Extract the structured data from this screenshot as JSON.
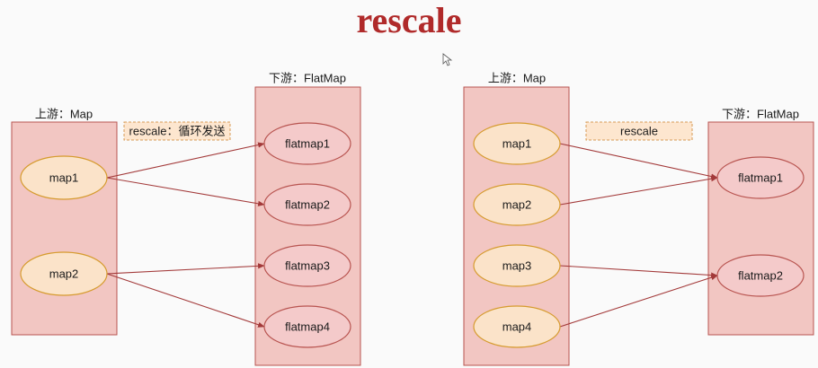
{
  "title": "rescale",
  "colors": {
    "title": "#b02a2a",
    "container_fill": "#f2c6c2",
    "container_stroke": "#b85450",
    "upstream_node_fill": "#fbe3c9",
    "upstream_node_stroke": "#d69b2e",
    "downstream_node_fill": "#f4caca",
    "downstream_node_stroke": "#b85450",
    "arrow": "#a33a3a",
    "note_fill": "#fde6cf",
    "note_stroke": "#d79b55"
  },
  "left": {
    "upstream_label": "上游：Map",
    "downstream_label": "下游：FlatMap",
    "note": "rescale：循环发送",
    "upstream_nodes": [
      "map1",
      "map2"
    ],
    "downstream_nodes": [
      "flatmap1",
      "flatmap2",
      "flatmap3",
      "flatmap4"
    ],
    "edges": [
      [
        0,
        0
      ],
      [
        0,
        1
      ],
      [
        1,
        2
      ],
      [
        1,
        3
      ]
    ]
  },
  "right": {
    "upstream_label": "上游：Map",
    "downstream_label": "下游：FlatMap",
    "note": "rescale",
    "upstream_nodes": [
      "map1",
      "map2",
      "map3",
      "map4"
    ],
    "downstream_nodes": [
      "flatmap1",
      "flatmap2"
    ],
    "edges": [
      [
        0,
        0
      ],
      [
        1,
        0
      ],
      [
        2,
        1
      ],
      [
        3,
        1
      ]
    ]
  }
}
